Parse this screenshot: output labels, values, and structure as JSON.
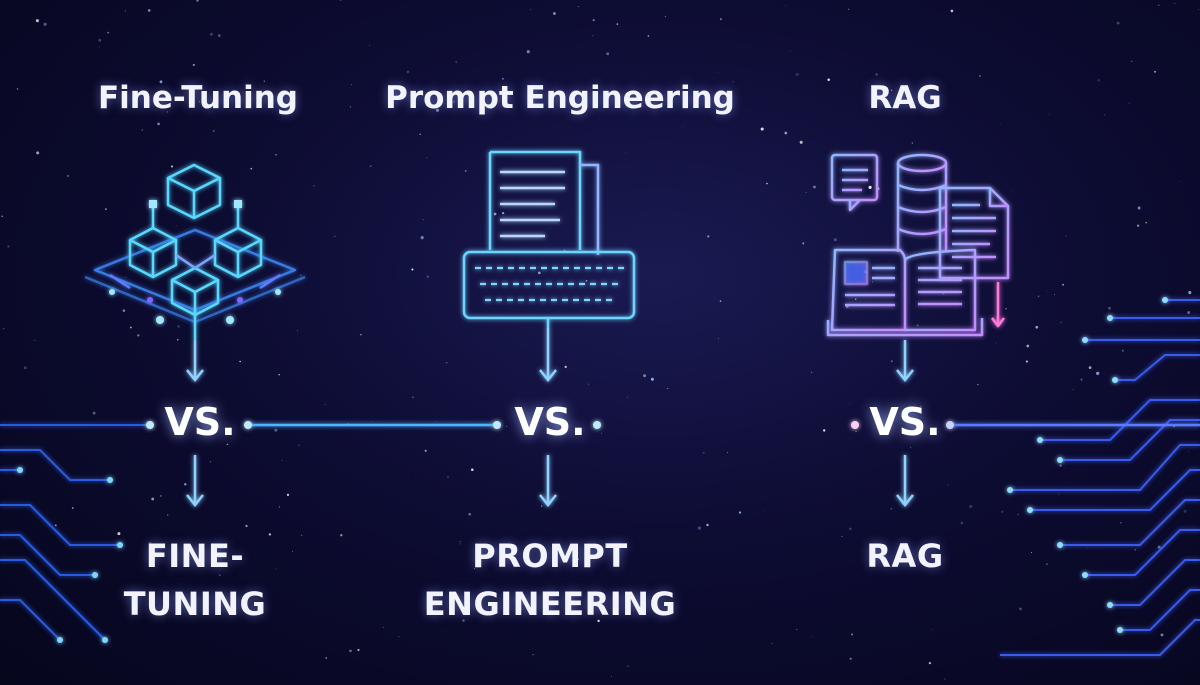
{
  "labels": {
    "fine_tuning_top": "Fine-Tuning",
    "prompt_top": "Prompt Engineering",
    "rag_top": "RAG",
    "vs": "VS.",
    "fine_tuning_bottom": "FINE-\nTUNING",
    "prompt_bottom": "PROMPT ENGINEERING",
    "rag_bottom": "RAG"
  },
  "icons": [
    "network-cubes-icon",
    "document-keyboard-icon",
    "database-book-icon"
  ],
  "colors": {
    "background": "#0b0a2c",
    "cyan": "#5fe3ff",
    "blue": "#4a7bff",
    "violet": "#a27dff",
    "pink": "#ff6fd8"
  }
}
